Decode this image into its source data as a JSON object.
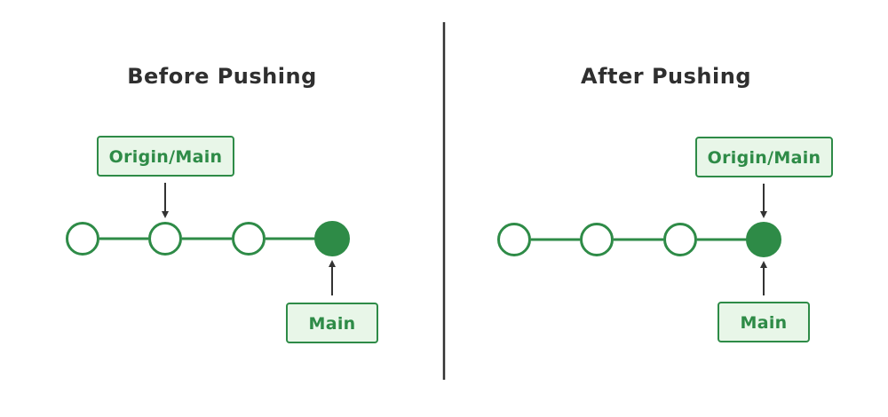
{
  "colors": {
    "accent": "#2e8b47",
    "label_fill": "#e8f6e8",
    "divider": "#333333",
    "arrow": "#333333"
  },
  "panels": [
    {
      "title": "Before Pushing",
      "commits": [
        {
          "filled": false
        },
        {
          "filled": false
        },
        {
          "filled": false
        },
        {
          "filled": true
        }
      ],
      "origin_label": "Origin/Main",
      "origin_points_to_commit": 2,
      "main_label": "Main",
      "main_points_to_commit": 4
    },
    {
      "title": "After Pushing",
      "commits": [
        {
          "filled": false
        },
        {
          "filled": false
        },
        {
          "filled": false
        },
        {
          "filled": true
        }
      ],
      "origin_label": "Origin/Main",
      "origin_points_to_commit": 4,
      "main_label": "Main",
      "main_points_to_commit": 4
    }
  ]
}
